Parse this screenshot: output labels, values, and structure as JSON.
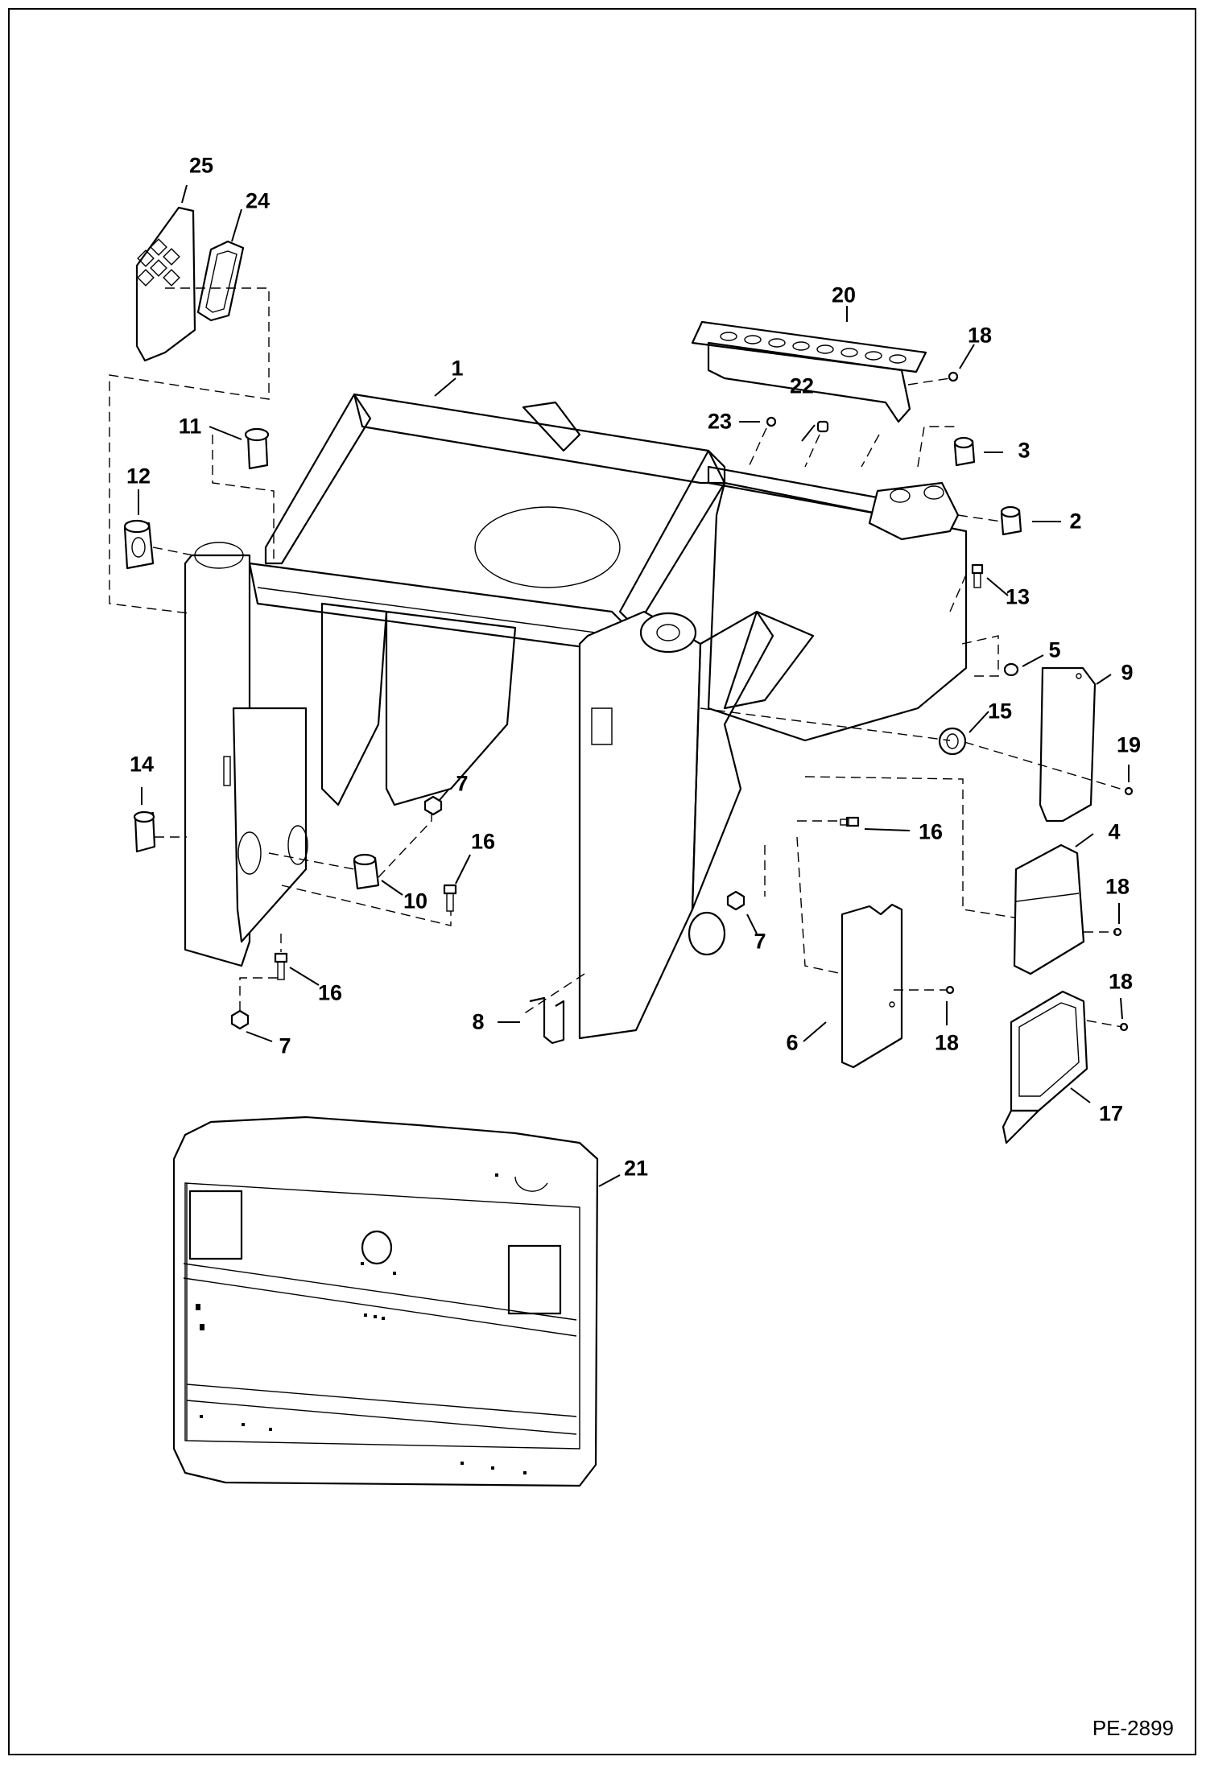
{
  "callouts": {
    "c1": "1",
    "c2": "2",
    "c3": "3",
    "c4": "4",
    "c5": "5",
    "c6": "6",
    "c7a": "7",
    "c7b": "7",
    "c7c": "7",
    "c8": "8",
    "c9": "9",
    "c10": "10",
    "c11": "11",
    "c12": "12",
    "c13": "13",
    "c14": "14",
    "c15": "15",
    "c16a": "16",
    "c16b": "16",
    "c16c": "16",
    "c17": "17",
    "c18a": "18",
    "c18b": "18",
    "c18c": "18",
    "c18d": "18",
    "c19": "19",
    "c20": "20",
    "c21": "21",
    "c22": "22",
    "c23": "23",
    "c24": "24",
    "c25": "25"
  },
  "figure_code": "PE-2899"
}
